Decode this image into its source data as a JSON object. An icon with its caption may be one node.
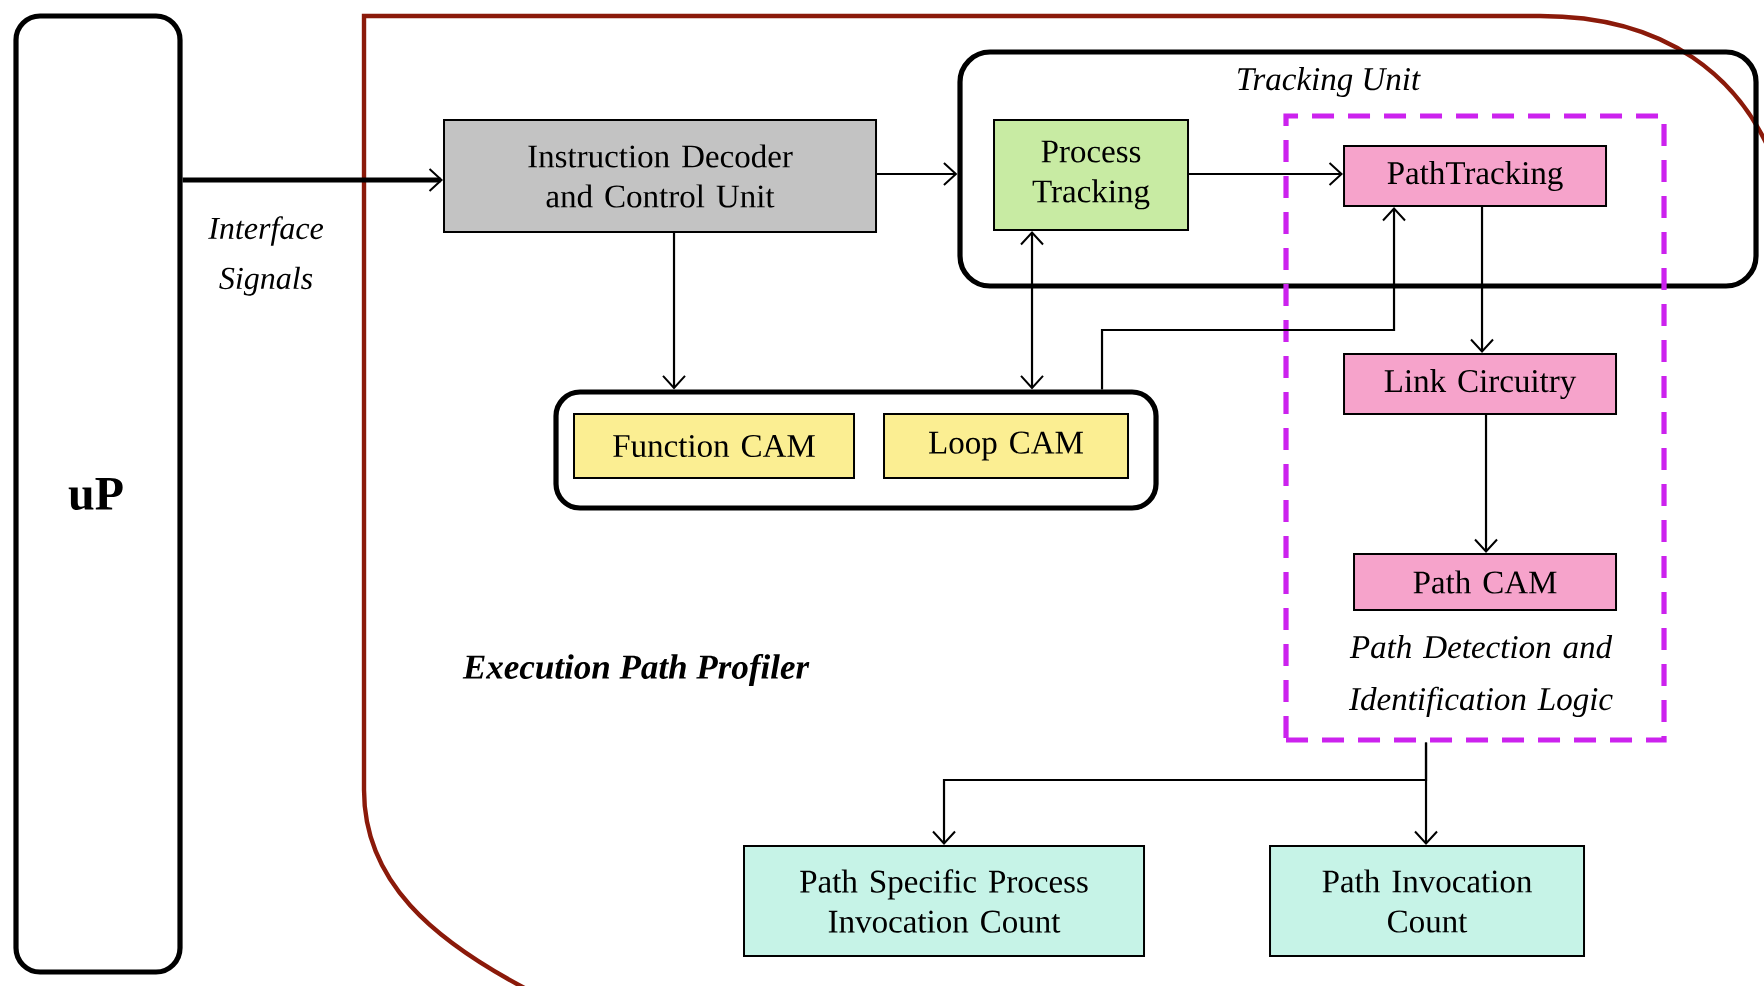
{
  "diagram": {
    "nodes": [
      {
        "text": [
          "uP"
        ]
      },
      {
        "text": [
          "Execution Path Profiler"
        ]
      },
      {
        "text": [
          "Instruction Decoder and Control Unit"
        ],
        "in": 1
      },
      {
        "text": [
          "Tracking Unit"
        ],
        "in": 1
      },
      {
        "text": [
          "Process Tracking"
        ],
        "in": 3
      },
      {
        "text": [
          "Path Detection and Identification Logic"
        ],
        "in": 1
      },
      {
        "text": [
          "PathTracking"
        ]
      },
      {
        "text": [
          "Link Circuitry"
        ],
        "in": 5
      },
      {
        "text": [
          "Path CAM"
        ],
        "in": 5
      },
      {
        "text": [],
        "shape": "box",
        "in": 1
      },
      {
        "text": [
          "Function CAM"
        ],
        "in": 9
      },
      {
        "text": [
          "Loop CAM"
        ],
        "in": 9
      },
      {
        "text": [
          "Path Specific Process Invocation Count"
        ],
        "in": 1
      },
      {
        "text": [
          "Path Invocation Count"
        ],
        "in": 1
      }
    ],
    "edges": [
      {
        "from": 0,
        "to": 2,
        "arrow": "to",
        "label": "Interface Signals",
        "style": "thick"
      },
      {
        "from": 2,
        "to": 3,
        "arrow": "to"
      },
      {
        "from": 2,
        "to": 9,
        "arrow": "to"
      },
      {
        "from": 4,
        "to": 6,
        "arrow": "to"
      },
      {
        "from": 4,
        "to": 9,
        "arrow": "both"
      },
      {
        "from": 9,
        "to": 6,
        "arrow": "to"
      },
      {
        "from": 6,
        "to": 7,
        "arrow": "to"
      },
      {
        "from": 7,
        "to": 8,
        "arrow": "to"
      },
      {
        "from": 5,
        "to": 12,
        "arrow": "to"
      },
      {
        "from": 5,
        "to": 13,
        "arrow": "to"
      }
    ]
  }
}
